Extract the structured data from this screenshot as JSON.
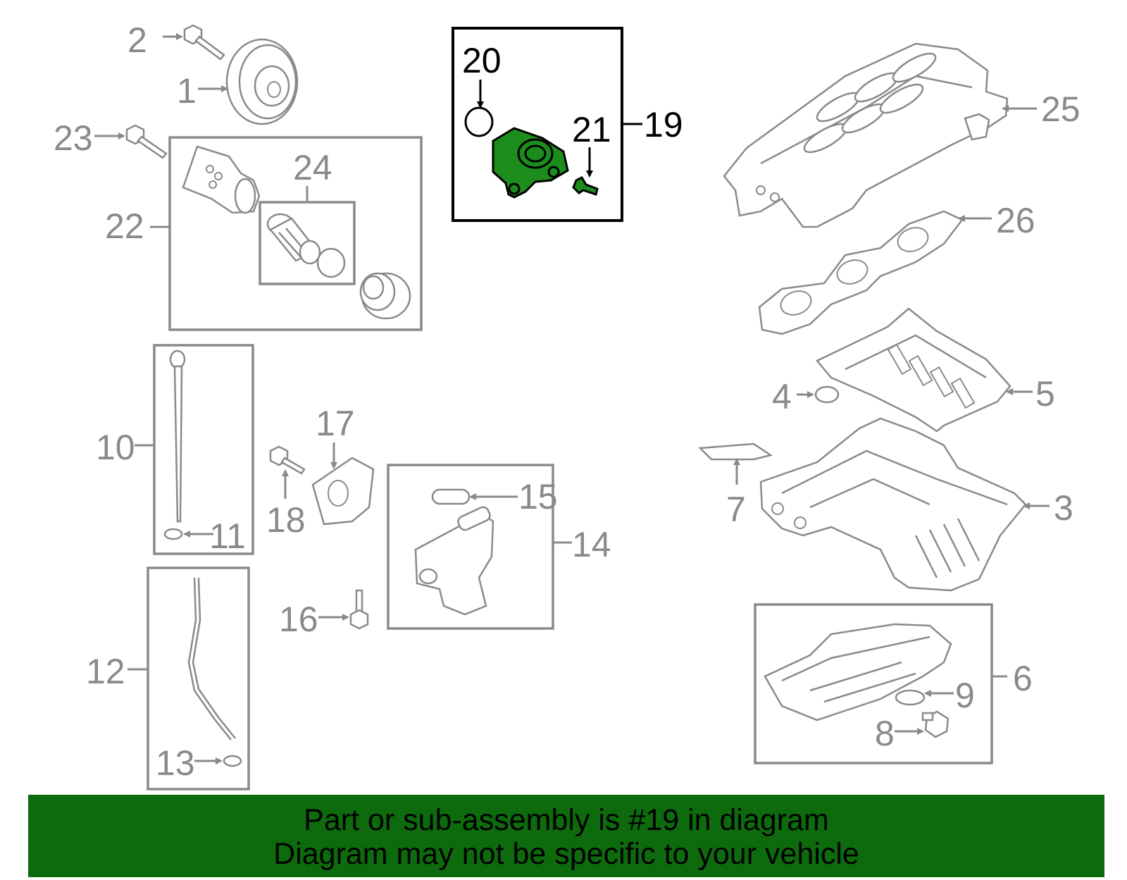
{
  "diagram": {
    "callouts": {
      "c1": "1",
      "c2": "2",
      "c3": "3",
      "c4": "4",
      "c5": "5",
      "c6": "6",
      "c7": "7",
      "c8": "8",
      "c9": "9",
      "c10": "10",
      "c11": "11",
      "c12": "12",
      "c13": "13",
      "c14": "14",
      "c15": "15",
      "c16": "16",
      "c17": "17",
      "c18": "18",
      "c19": "19",
      "c20": "20",
      "c21": "21",
      "c22": "22",
      "c23": "23",
      "c24": "24",
      "c25": "25",
      "c26": "26"
    },
    "highlighted_part": "19",
    "colors": {
      "highlight_fill": "#1c8c1c",
      "banner_background": "#0d6b0d",
      "line_gray": "#8a8a8a"
    }
  },
  "banner": {
    "line1": "Part or sub-assembly is #19 in diagram",
    "line2": "Diagram may not be specific to your vehicle"
  }
}
